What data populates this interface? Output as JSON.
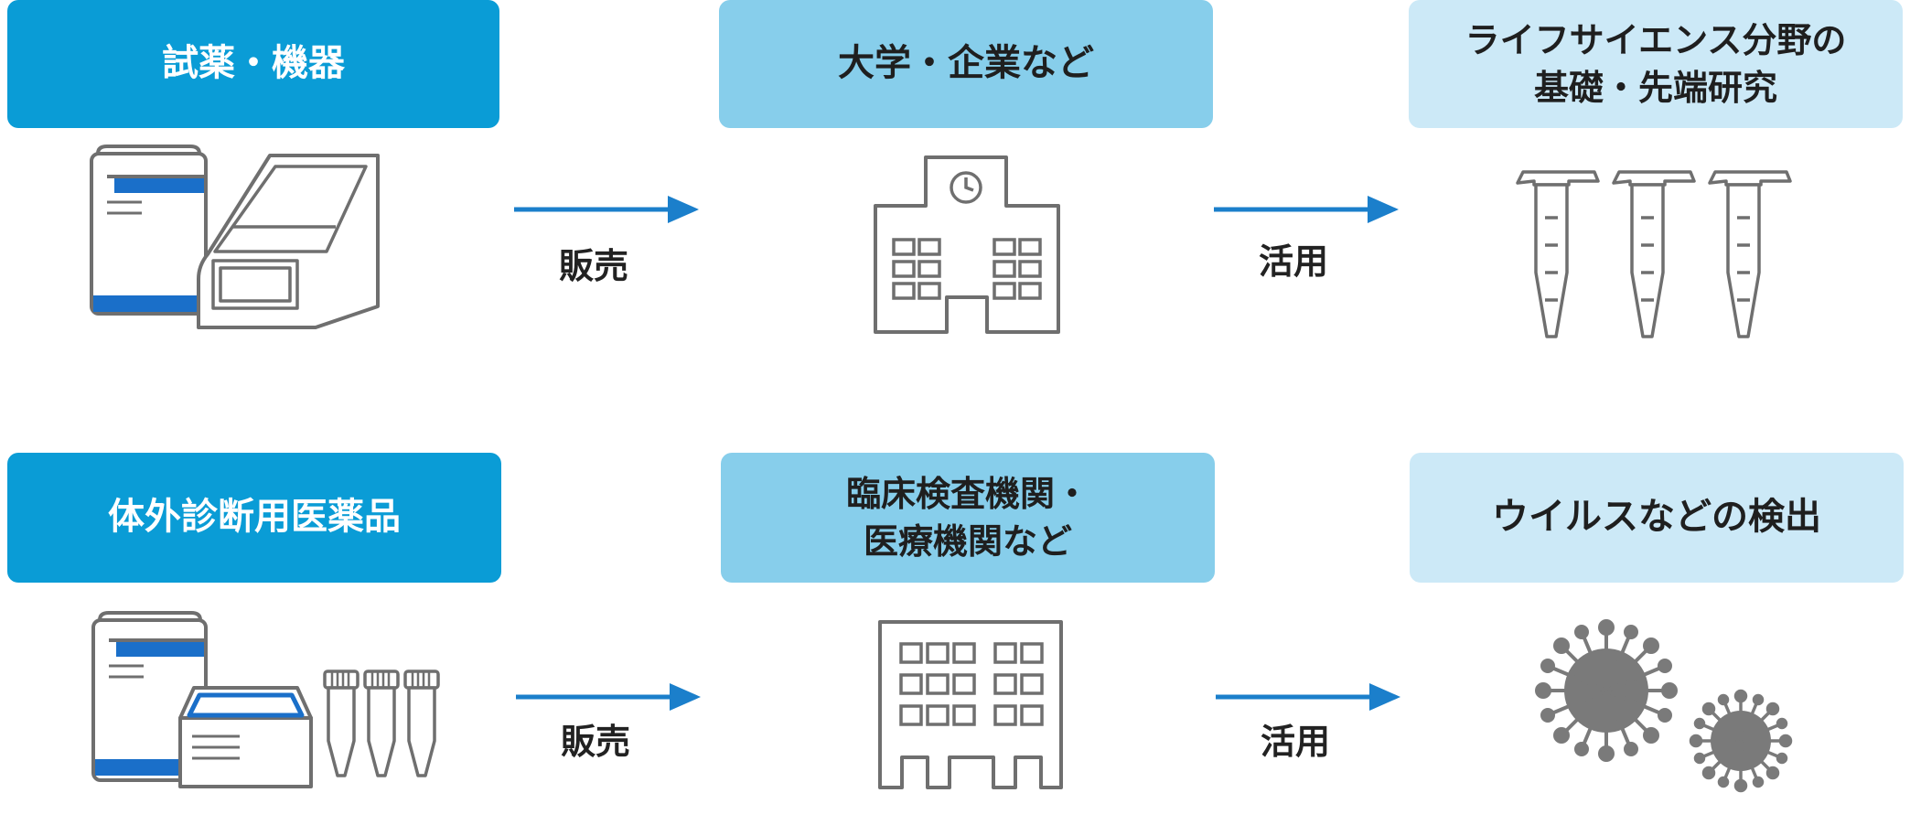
{
  "colors": {
    "box_primary": "#0a9cd6",
    "box_secondary": "#87ceeb",
    "box_tertiary": "#cce9f7",
    "arrow": "#1b7fcb",
    "icon_stroke": "#6f6f6f",
    "icon_accent": "#1a6fc9",
    "virus": "#7a7a7a"
  },
  "rows": [
    {
      "product": "試薬・機器",
      "customer": "大学・企業など",
      "usage": "ライフサイエンス分野の\n基礎・先端研究",
      "arrow1_label": "販売",
      "arrow2_label": "活用",
      "icons": [
        "reagent-and-instrument-icon",
        "university-building-icon",
        "test-tubes-icon"
      ]
    },
    {
      "product": "体外診断用医薬品",
      "customer": "臨床検査機関・\n医療機関など",
      "usage": "ウイルスなどの検出",
      "arrow1_label": "販売",
      "arrow2_label": "活用",
      "icons": [
        "diagnostic-kit-icon",
        "hospital-building-icon",
        "virus-icon"
      ]
    }
  ]
}
